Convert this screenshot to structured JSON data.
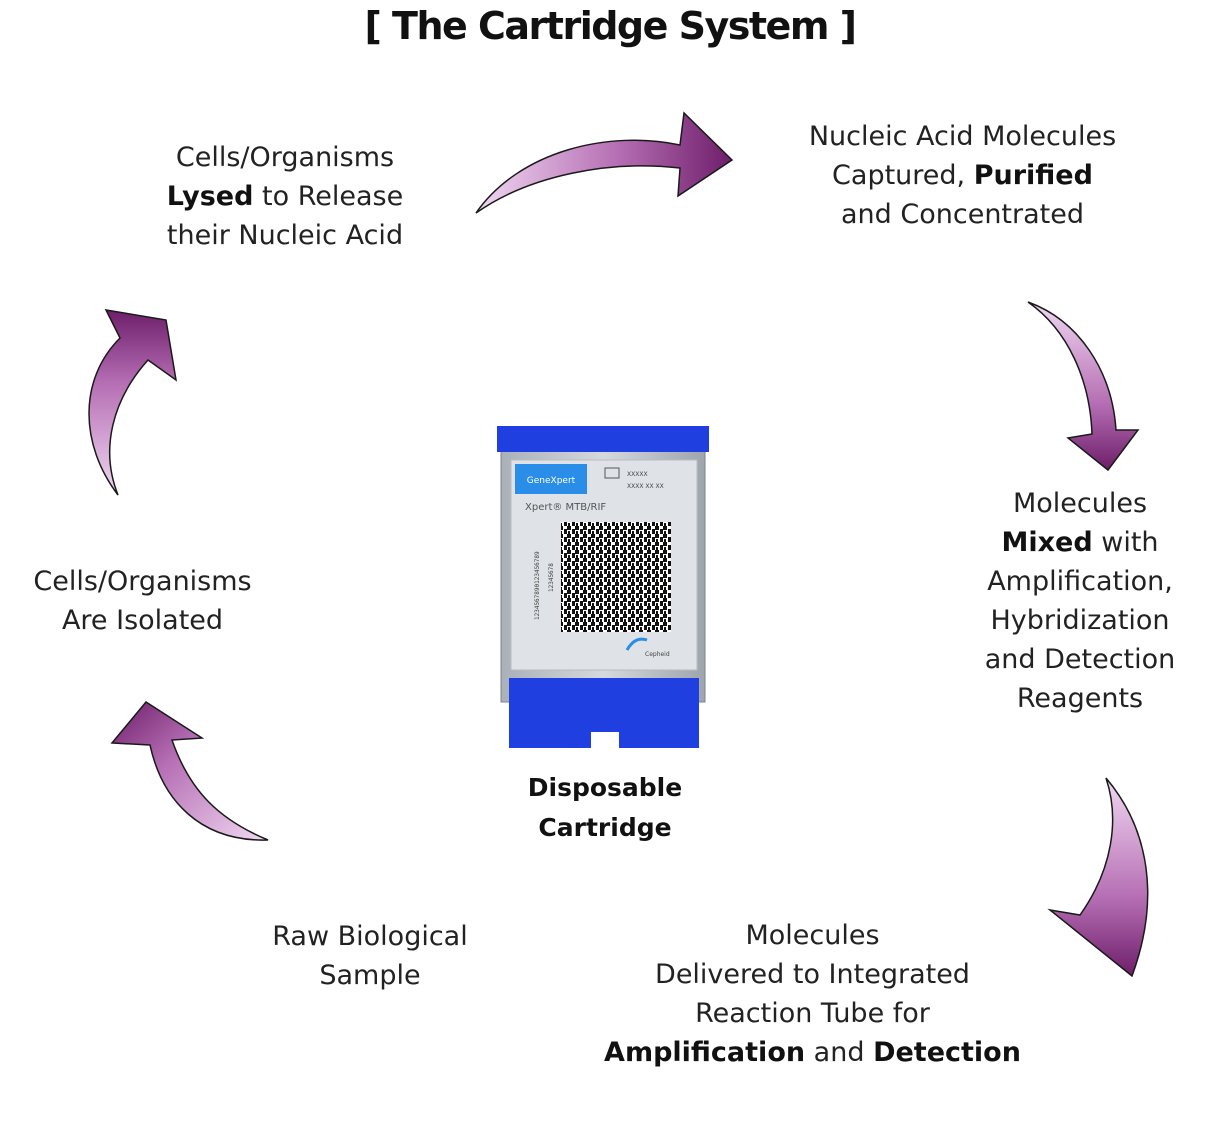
{
  "title": "[ The Cartridge System ]",
  "colors": {
    "arrow_dark": "#6e1e6a",
    "arrow_light": "#e8c8ea",
    "cartridge_blue": "#1f3fe0",
    "cartridge_body": "#c9cdd3"
  },
  "steps": {
    "lysed": {
      "line1": "Cells/Organisms",
      "line2_bold": "Lysed",
      "line2_rest": " to Release",
      "line3": "their Nucleic Acid"
    },
    "captured": {
      "line1": "Nucleic Acid Molecules",
      "line2_pre": "Captured, ",
      "line2_bold": "Purified",
      "line3": "and Concentrated"
    },
    "mixed": {
      "line1": "Molecules",
      "line2_bold": "Mixed",
      "line2_rest": " with",
      "line3": "Amplification,",
      "line4": "Hybridization",
      "line5": "and Detection",
      "line6": "Reagents"
    },
    "delivered": {
      "line1": "Molecules",
      "line2": "Delivered to Integrated",
      "line3": "Reaction Tube for",
      "line4_bold_a": "Amplification",
      "line4_mid": " and ",
      "line4_bold_b": "Detection"
    },
    "raw": {
      "line1": "Raw Biological",
      "line2": "Sample"
    },
    "isolated": {
      "line1": "Cells/Organisms",
      "line2": "Are Isolated"
    }
  },
  "cartridge": {
    "caption_line1": "Disposable",
    "caption_line2": "Cartridge",
    "brand_label": "GeneXpert",
    "product_label": "Xpert® MTB/RIF",
    "maker_label": "Cepheid",
    "lot_label": "XXXXX",
    "exp_label": "XXXX XX XX",
    "serial_label": "1234567890123456789",
    "code_label": "12345678"
  }
}
